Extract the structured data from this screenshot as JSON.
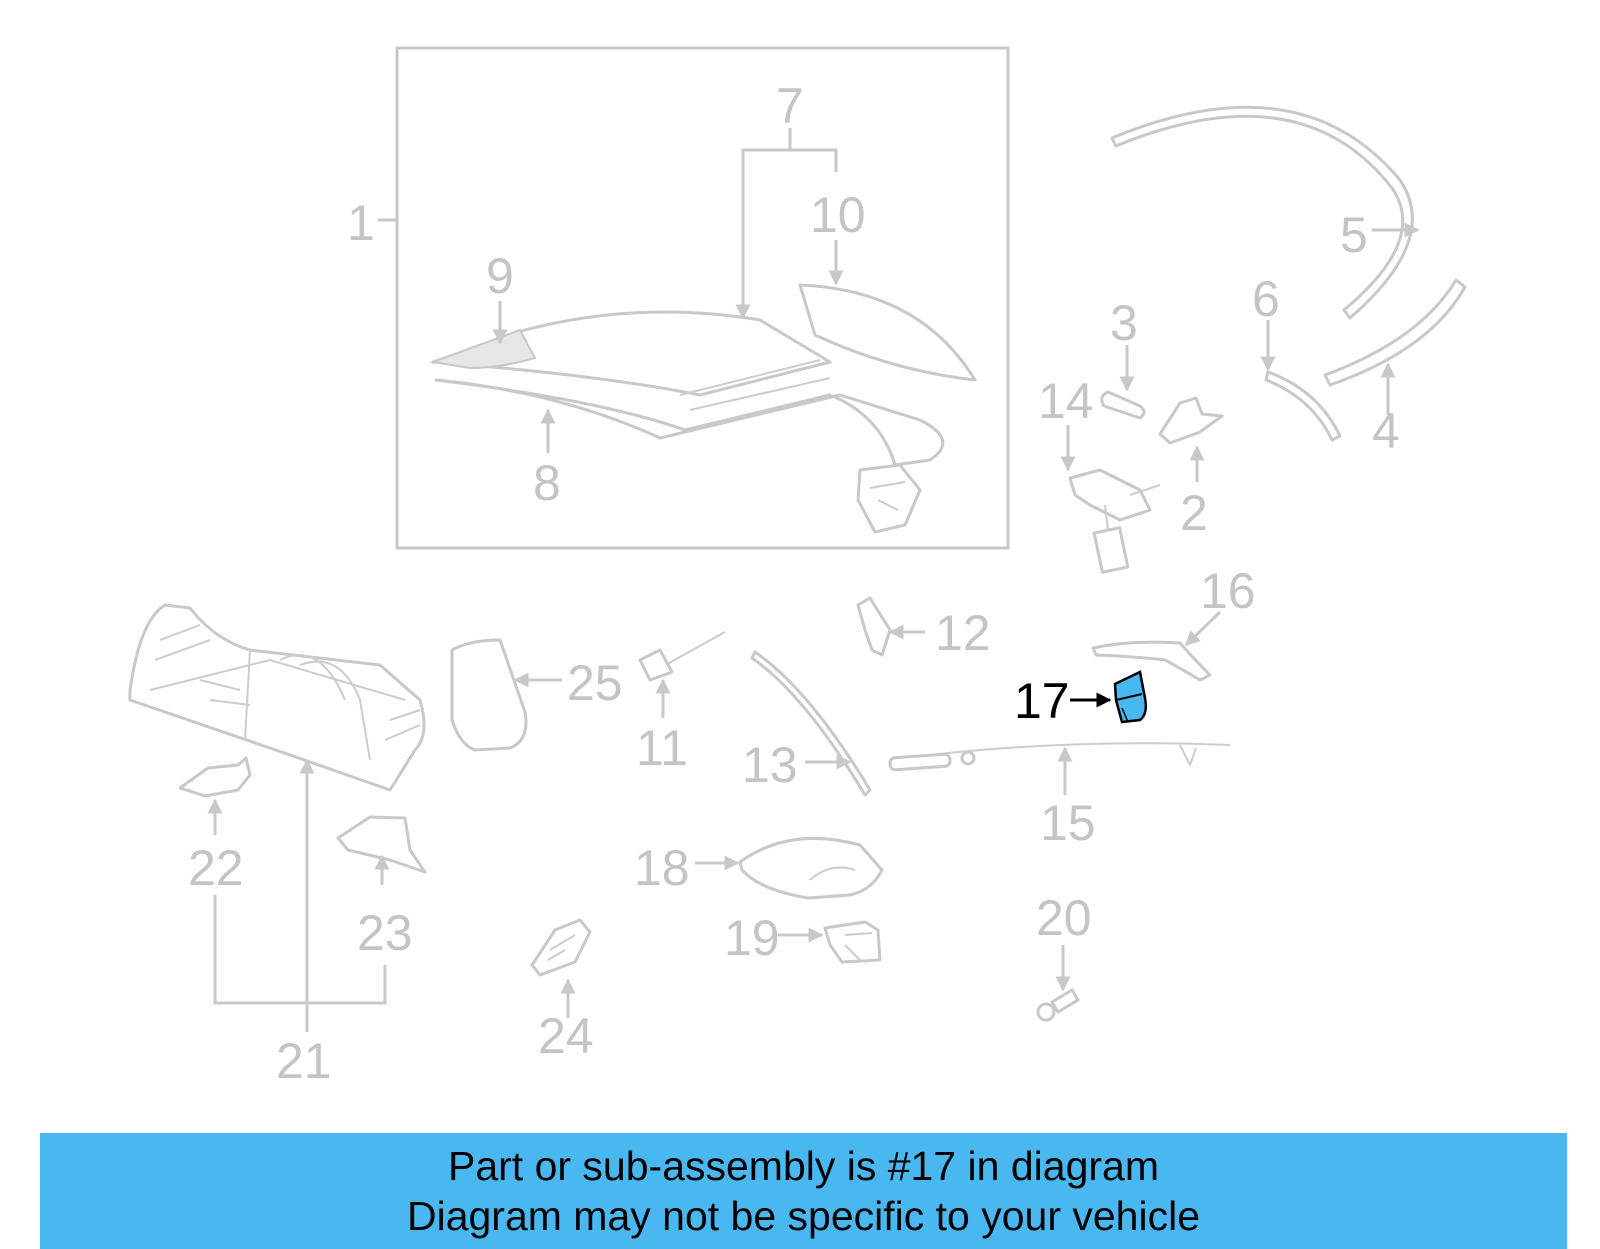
{
  "diagram": {
    "highlight_part": "17",
    "highlight_color": "#4ab8f0",
    "label_color": "#c4c4c4",
    "labels": {
      "l1": "1",
      "l2": "2",
      "l3": "3",
      "l4": "4",
      "l5": "5",
      "l6": "6",
      "l7": "7",
      "l8": "8",
      "l9": "9",
      "l10": "10",
      "l11": "11",
      "l12": "12",
      "l13": "13",
      "l14": "14",
      "l15": "15",
      "l16": "16",
      "l17": "17",
      "l18": "18",
      "l19": "19",
      "l20": "20",
      "l21": "21",
      "l22": "22",
      "l23": "23",
      "l24": "24",
      "l25": "25"
    }
  },
  "banner": {
    "line1": "Part or sub-assembly is #17 in diagram",
    "line2": "Diagram may not be specific to your vehicle",
    "background": "#4ab8f0"
  }
}
